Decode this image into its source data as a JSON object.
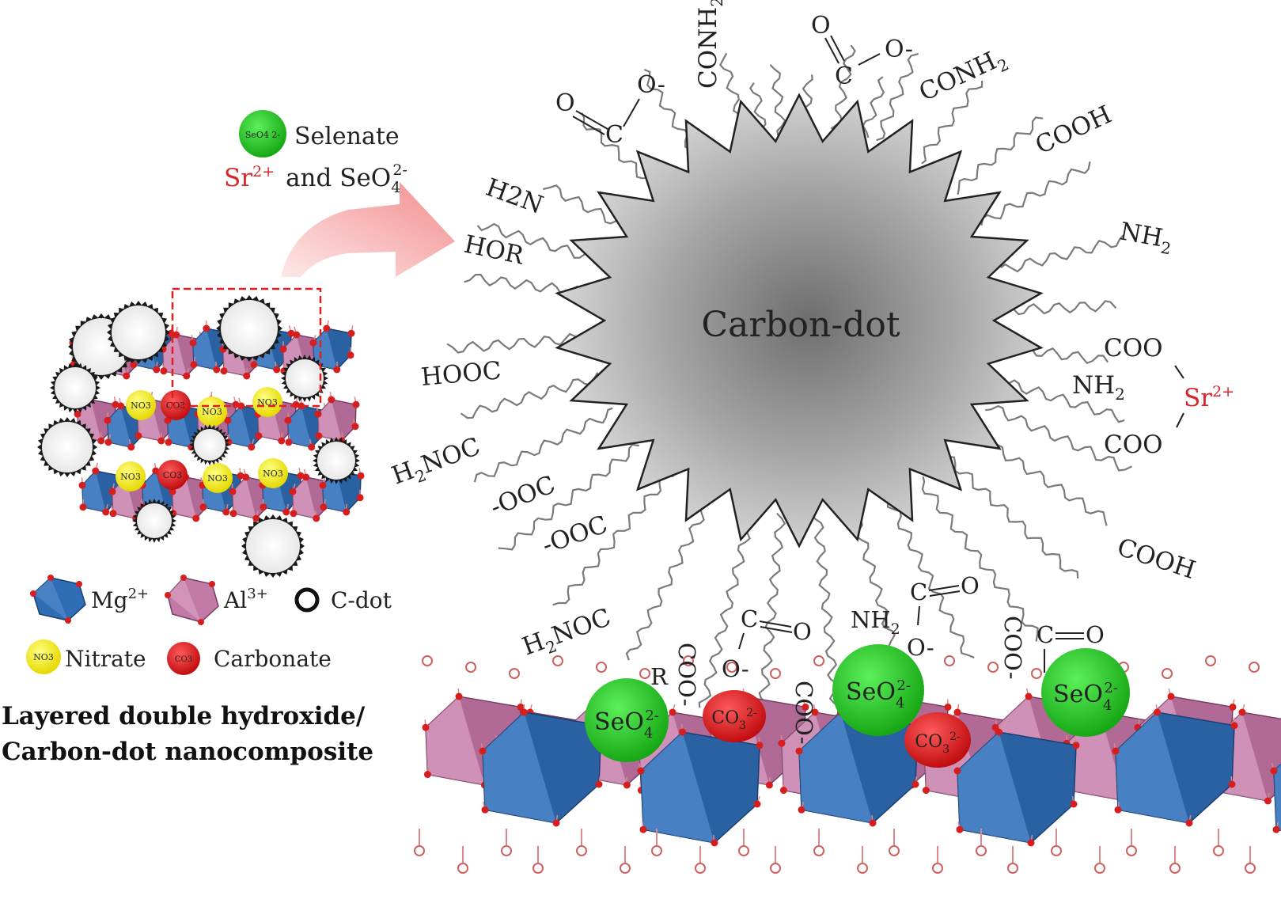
{
  "core_label": "Carbon-dot",
  "legend": {
    "selenate_icon": "SeO4 2-",
    "selenate": "Selenate",
    "reactants_sr": "Sr",
    "reactants_sr_charge": "2+",
    "reactants_and": "and SeO",
    "reactants_sub": "4",
    "reactants_charge": "2-",
    "mg": "Mg",
    "mg_charge": "2+",
    "al": "Al",
    "al_charge": "3+",
    "cdot": "C-dot",
    "nitrate_icon": "NO3",
    "nitrate": "Nitrate",
    "carbonate_icon": "CO3",
    "carbonate": "Carbonate"
  },
  "caption": {
    "line1": "Layered double hydroxide/",
    "line2": "Carbon-dot nanocomposite"
  },
  "groups": {
    "conh2_top": "CONH",
    "conh2_right": "CONH",
    "cooh_top_right": "COOH",
    "h2n": "H2N",
    "hor": "HOR",
    "nh2_right": "NH",
    "hooc": "HOOC",
    "coo_upper": "COO",
    "nh2_mid": "NH",
    "sr": "Sr",
    "sr_charge": "2+",
    "coo_lower": "COO",
    "h2noc_left": "H NOC",
    "ooc_1": "-OOC",
    "ooc_2": "-OOC",
    "cooh_right": "COOH",
    "h2noc_bottom": "H NOC",
    "carboxylate_c": "C",
    "carboxylate_o": "O",
    "carboxylate_om": "O-",
    "sub2": "2"
  },
  "surface": {
    "r": "R",
    "coo_a": "COO-",
    "coo_b": "COO-",
    "coo_c": "COO-",
    "nh2": "NH",
    "c1": "C",
    "o1": "O",
    "om1": "O-",
    "c2": "C",
    "o2": "O",
    "om2": "O-",
    "c3": "C",
    "o3": "O",
    "seo4_a": "SeO",
    "seo4_b": "SeO",
    "seo4_c": "SeO",
    "seo_sub": "4",
    "seo_charge": "2-",
    "co3_a": "CO",
    "co3_b": "CO",
    "co3_sub": "3",
    "co3_charge": "2-"
  },
  "colors": {
    "mg_octahedra": "#2f6db5",
    "al_octahedra": "#c27aa6",
    "selenate": "#22c41f",
    "carbonate": "#e0191c",
    "nitrate": "#f2ef1c",
    "oxygen": "#d61e1e",
    "strontium": "#d8242b",
    "arrow": "#f4a3a3"
  }
}
